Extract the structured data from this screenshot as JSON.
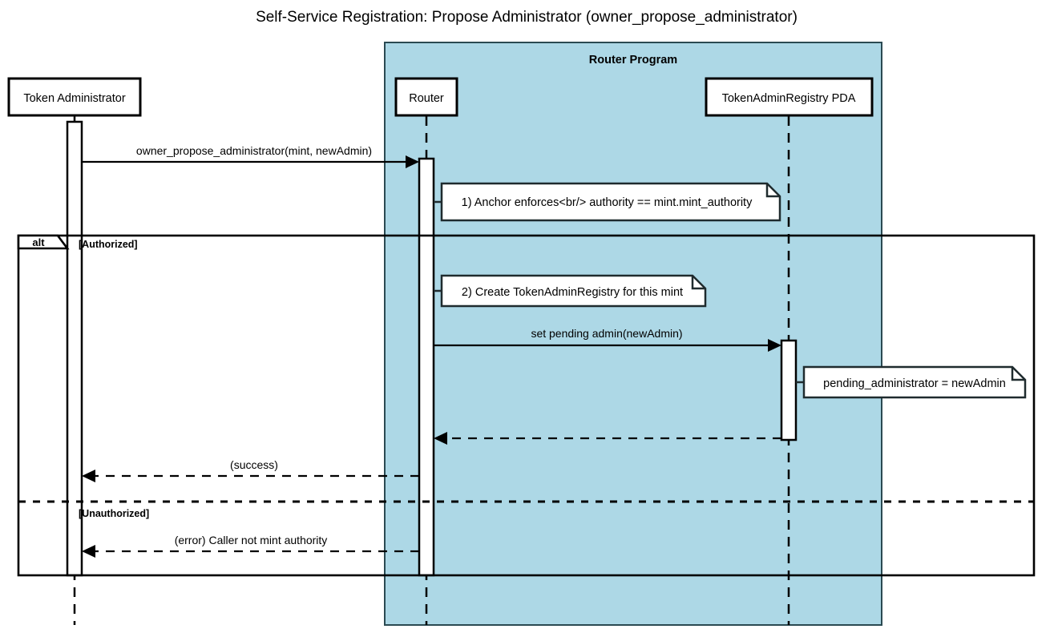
{
  "diagram": {
    "title": "Self-Service Registration: Propose Administrator (owner_propose_administrator)",
    "type": "sequence-diagram",
    "colors": {
      "group_background": "#add8e6",
      "group_border": "#2b4a52",
      "line": "#000000",
      "note_background": "#ffffff",
      "participant_background": "#ffffff"
    }
  },
  "group": {
    "label": "Router Program"
  },
  "participants": [
    {
      "id": "token-administrator",
      "label": "Token Administrator"
    },
    {
      "id": "router",
      "label": "Router"
    },
    {
      "id": "token-admin-registry-pda",
      "label": "TokenAdminRegistry PDA"
    }
  ],
  "messages": [
    {
      "id": "msg-owner-propose-administrator",
      "label": "owner_propose_administrator(mint, newAdmin)",
      "from": "token-administrator",
      "to": "router",
      "style": "solid",
      "arrow": "filled"
    },
    {
      "id": "msg-set-pending-admin",
      "label": "set pending admin(newAdmin)",
      "from": "router",
      "to": "token-admin-registry-pda",
      "style": "solid",
      "arrow": "filled"
    },
    {
      "id": "msg-pda-return",
      "label": "",
      "from": "token-admin-registry-pda",
      "to": "router",
      "style": "dashed",
      "arrow": "filled"
    },
    {
      "id": "msg-success",
      "label": "(success)",
      "from": "router",
      "to": "token-administrator",
      "style": "dashed",
      "arrow": "filled"
    },
    {
      "id": "msg-error",
      "label": "(error) Caller not mint authority",
      "from": "router",
      "to": "token-administrator",
      "style": "dashed",
      "arrow": "filled"
    }
  ],
  "notes": [
    {
      "id": "note-anchor-enforces",
      "text": "1) Anchor enforces<br/> authority == mint.mint_authority",
      "over": "router"
    },
    {
      "id": "note-create-registry",
      "text": "2) Create TokenAdminRegistry for this mint",
      "over": "router"
    },
    {
      "id": "note-pending-administrator",
      "text": "pending_administrator = newAdmin",
      "over": "token-admin-registry-pda"
    }
  ],
  "alt_block": {
    "keyword": "alt",
    "branches": [
      {
        "id": "alt-branch-authorized",
        "condition": "[Authorized]"
      },
      {
        "id": "alt-branch-unauthorized",
        "condition": "[Unauthorized]"
      }
    ]
  }
}
